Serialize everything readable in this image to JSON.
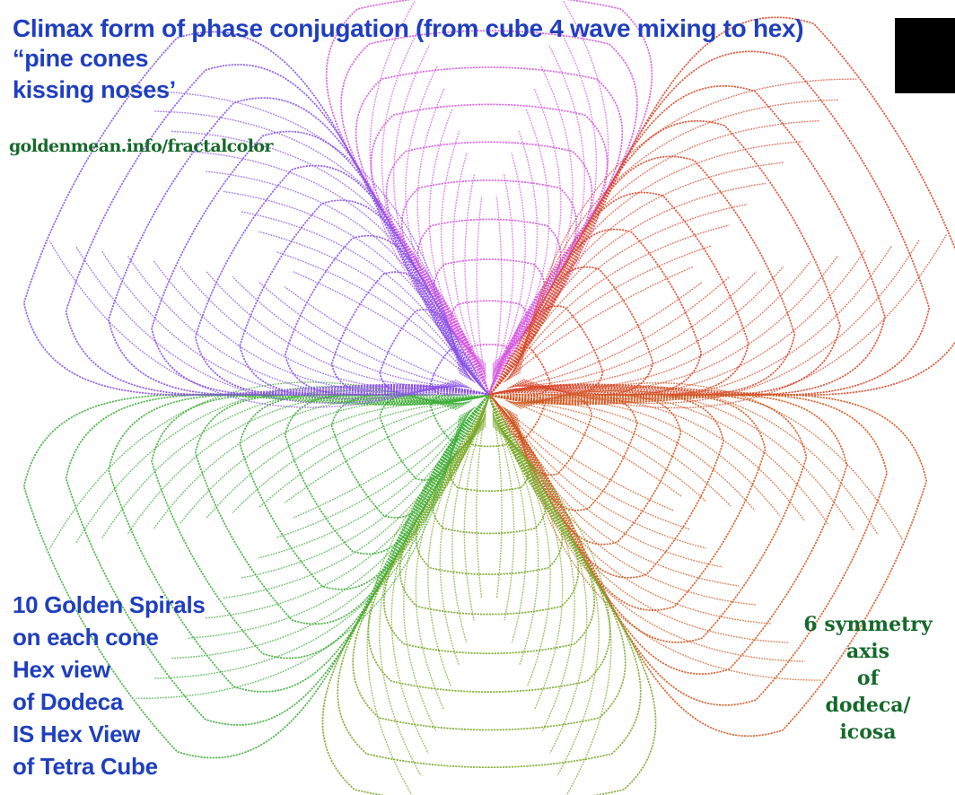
{
  "title": "Climax form of phase conjugation (from cube 4 wave mixing to hex)",
  "subtitle_lines": [
    "“pine cones",
    "kissing noses’"
  ],
  "site_url": "goldenmean.info/fractalcolor",
  "left_caption_lines": [
    "10 Golden Spirals",
    "on each cone",
    "Hex view",
    "of Dodeca",
    "IS Hex View",
    "of Tetra Cube"
  ],
  "right_caption_lines": [
    "6 symmetry",
    "axis",
    "of",
    "dodeca/",
    "icosa"
  ],
  "colors": {
    "title": "#1f3fbf",
    "green_text": "#15692a",
    "cone_top": "#d65be0",
    "cone_upper_left": "#8a52e6",
    "cone_upper_right": "#d84a2c",
    "cone_lower_left": "#3fae3a",
    "cone_lower_right": "#cf5a22",
    "cone_bottom": "#7aa82a",
    "background": "#ffffff"
  },
  "cones": 6,
  "spirals_per_cone": 10
}
